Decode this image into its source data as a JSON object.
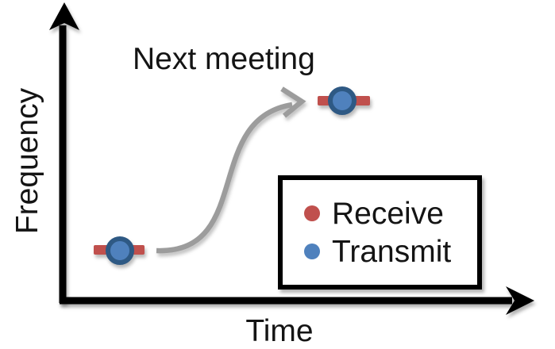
{
  "diagram": {
    "annotation": "Next meeting",
    "y_axis_label": "Frequency",
    "x_axis_label": "Time",
    "legend": {
      "items": [
        {
          "label": "Receive",
          "color": "#C0504D",
          "icon": "red-dot"
        },
        {
          "label": "Transmit",
          "color": "#4F81BD",
          "icon": "blue-dot"
        }
      ]
    },
    "points": [
      {
        "name": "current-meeting-slot",
        "time_position": "early",
        "frequency_position": "low"
      },
      {
        "name": "next-meeting-slot",
        "time_position": "middle",
        "frequency_position": "high"
      }
    ],
    "colors": {
      "receive": "#C0504D",
      "transmit": "#4F81BD",
      "transmit_ring": "#2E5984",
      "arrow": "#9C9C9C",
      "axis": "#000000",
      "background": "#FFFFFF"
    }
  }
}
